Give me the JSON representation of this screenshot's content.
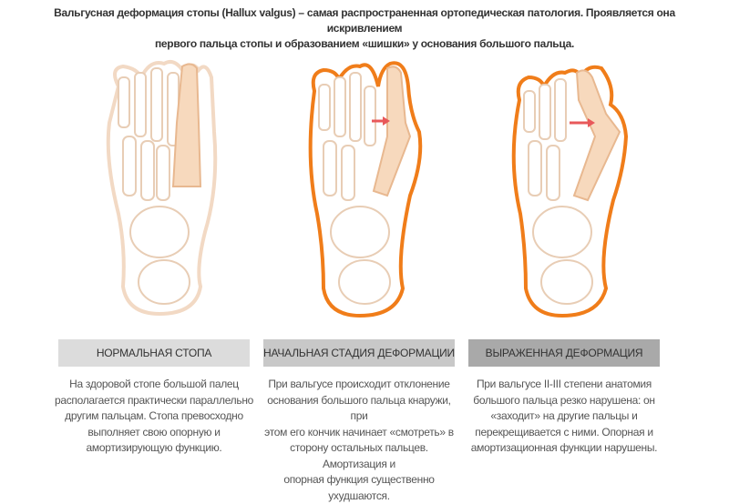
{
  "intro": {
    "line1": "Вальгусная деформация стопы (Hallux valgus) – самая распространенная ортопедическая патология. Проявляется она искривлением",
    "line2": "первого пальца стопы и образованием «шишки» у основания большого пальца."
  },
  "colors": {
    "outline_normal": "#f2d9c4",
    "outline_deformed": "#f07d1a",
    "bone_fill": "#f7d9bd",
    "arrow": "#e8585a"
  },
  "stages": [
    {
      "label": "НОРМАЛЬНАЯ СТОПА",
      "label_bg": "#dcdcdc",
      "desc": [
        "На здоровой стопе большой палец",
        "располагается практически параллельно",
        "другим пальцам. Стопа превосходно",
        "выполняет свою опорную и",
        "амортизирующую функцию."
      ]
    },
    {
      "label": "НАЧАЛЬНАЯ СТАДИЯ ДЕФОРМАЦИИ",
      "label_bg": "#c8c8c8",
      "desc": [
        "При вальгусе происходит отклонение",
        "основания большого пальца кнаружи, при",
        "этом его кончик начинает «смотреть» в",
        "сторону остальных пальцев. Амортизация и",
        "опорная функция существенно ухудшаются."
      ]
    },
    {
      "label": "ВЫРАЖЕННАЯ ДЕФОРМАЦИЯ",
      "label_bg": "#a9a9a9",
      "desc": [
        "При вальгусе II-III степени анатомия",
        "большого пальца резко нарушена: он",
        "«заходит» на другие пальцы и",
        "перекрещивается с ними. Опорная и",
        "амортизационная функции нарушены."
      ]
    }
  ]
}
